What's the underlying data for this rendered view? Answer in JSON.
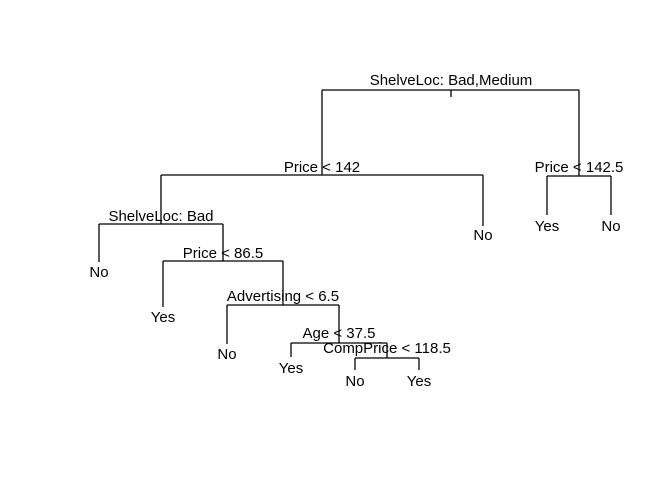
{
  "tree": {
    "nodes": [
      {
        "id": "n1",
        "split": "ShelveLoc: Bad,Medium"
      },
      {
        "id": "n2",
        "split": "Price < 142"
      },
      {
        "id": "n3",
        "split": "Price < 142.5"
      },
      {
        "id": "n4",
        "split": "ShelveLoc: Bad"
      },
      {
        "id": "n5",
        "leaf": "No"
      },
      {
        "id": "n6",
        "leaf": "Yes"
      },
      {
        "id": "n7",
        "leaf": "No"
      },
      {
        "id": "n8",
        "leaf": "No"
      },
      {
        "id": "n9",
        "split": "Price < 86.5"
      },
      {
        "id": "n10",
        "leaf": "Yes"
      },
      {
        "id": "n11",
        "split": "Advertising < 6.5"
      },
      {
        "id": "n12",
        "leaf": "No"
      },
      {
        "id": "n13",
        "split": "Age < 37.5"
      },
      {
        "id": "n14",
        "leaf": "Yes"
      },
      {
        "id": "n15",
        "split": "CompPrice < 118.5"
      },
      {
        "id": "n16",
        "leaf": "No"
      },
      {
        "id": "n17",
        "leaf": "Yes"
      }
    ]
  }
}
